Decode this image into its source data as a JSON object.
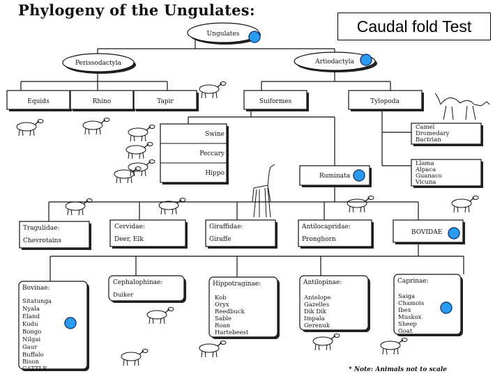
{
  "header": {
    "title": "Phylogeny of the Ungulates:",
    "test_label": "Caudal fold Test",
    "note": "* Note: Animals not to scale"
  },
  "colors": {
    "marker_fill": "#2b9bf0",
    "marker_stroke": "#1a3f7a",
    "line": "#111111",
    "shadow": "#222222"
  },
  "nodes": {
    "ungulates": "Ungulates",
    "perissodactyla": "Perissodactyla",
    "artiodactyla": "Artiodactyla",
    "equids": "Equids",
    "rhino": "Rhino",
    "tapir": "Tapir",
    "suiformes": "Suiformes",
    "tylopoda": "Tylopoda",
    "swine": "Swine",
    "peccary": "Peccary",
    "hippo": "Hippo",
    "ruminata": "Ruminata",
    "tylopoda_members_1": [
      "Camel",
      "Dromedary",
      "Bactrian"
    ],
    "tylopoda_members_2": [
      "Llama",
      "Alpaca",
      "Guanaco",
      "Vicuna"
    ],
    "tragulidae": [
      "Tragulidae:",
      "Chevrotains"
    ],
    "cervidae": [
      "Cervidae:",
      "Deer, Elk"
    ],
    "giraffidae": [
      "Giraffidae:",
      "Giraffe"
    ],
    "antilocapridae": [
      "Antilocapridae:",
      "Pronghorn"
    ],
    "bovidae": "BOVIDAE",
    "bovinae": [
      "Bovinae:",
      "Sitatunga",
      "Nyala",
      "Eland",
      "Kudu",
      "Bongo",
      "Nilgai",
      "Gaur",
      "Buffalo",
      "Bison",
      "CATTLE"
    ],
    "cephalophinae": [
      "Cephalophinae:",
      "Duiker"
    ],
    "hippotraginae": [
      "Hippotraginae:",
      "Kob",
      "Oryx",
      "Reedbuck",
      "Sable",
      "Roan",
      "Hartebeest"
    ],
    "antilopinae": [
      "Antilopinae:",
      "Antelope",
      "Gazelles",
      "Dik Dik",
      "Impala",
      "Gerenuk"
    ],
    "caprinae": [
      "Caprinae:",
      "Saiga",
      "Chamois",
      "Ibex",
      "Muskox",
      "Sheep",
      "Goat"
    ]
  },
  "animals": [
    "zebra",
    "rhino",
    "tapir",
    "bear",
    "camel",
    "pig",
    "peccary",
    "hippo",
    "giraffe",
    "deer",
    "chevrotain",
    "antelope",
    "pronghorn",
    "llama",
    "duiker",
    "ibex",
    "gazelle",
    "ram",
    "cattle"
  ]
}
